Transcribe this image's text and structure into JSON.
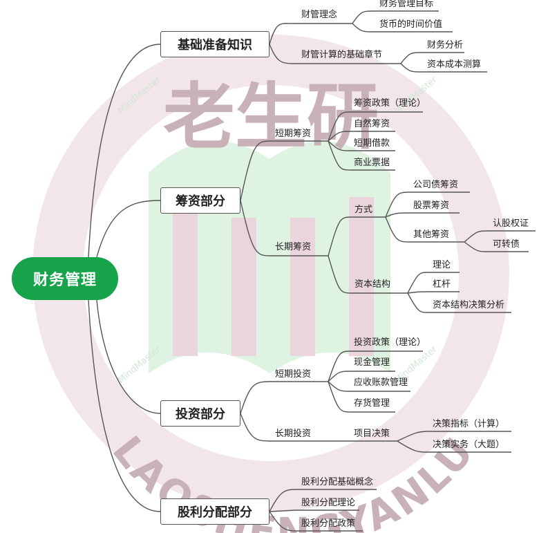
{
  "watermark": {
    "chinese": "老生研",
    "latin": "LAOSHENGYANLU",
    "brand": "MindMaster"
  },
  "colors": {
    "root": "#16a34a",
    "line": "#555555",
    "watermark": "#b3838f"
  },
  "root": {
    "label": "财务管理"
  },
  "branches": {
    "basic": {
      "label": "基础准备知识",
      "concept": {
        "label": "财管理念",
        "items": [
          "财务管理目标",
          "货币的时间价值"
        ]
      },
      "calc": {
        "label": "财管计算的基础章节",
        "items": [
          "财务分析",
          "资本成本测算"
        ]
      }
    },
    "financing": {
      "label": "筹资部分",
      "short": {
        "label": "短期筹资",
        "items": [
          "筹资政策（理论）",
          "自然筹资",
          "短期借款",
          "商业票据"
        ]
      },
      "long": {
        "label": "长期筹资",
        "method": {
          "label": "方式",
          "items": [
            "公司债筹资",
            "股票筹资"
          ],
          "other": {
            "label": "其他筹资",
            "items": [
              "认股权证",
              "可转债"
            ]
          }
        },
        "structure": {
          "label": "资本结构",
          "items": [
            "理论",
            "杠杆",
            "资本结构决策分析"
          ]
        }
      }
    },
    "investment": {
      "label": "投资部分",
      "short": {
        "label": "短期投资",
        "items": [
          "投资政策（理论）",
          "现金管理",
          "应收账款管理",
          "存货管理"
        ]
      },
      "long": {
        "label": "长期投资",
        "project": {
          "label": "项目决策",
          "items": [
            "决策指标（计算）",
            "决策实务（大题）"
          ]
        }
      }
    },
    "dividend": {
      "label": "股利分配部分",
      "items": [
        "股利分配基础概念",
        "股利分配理论",
        "股利分配政策"
      ]
    }
  }
}
